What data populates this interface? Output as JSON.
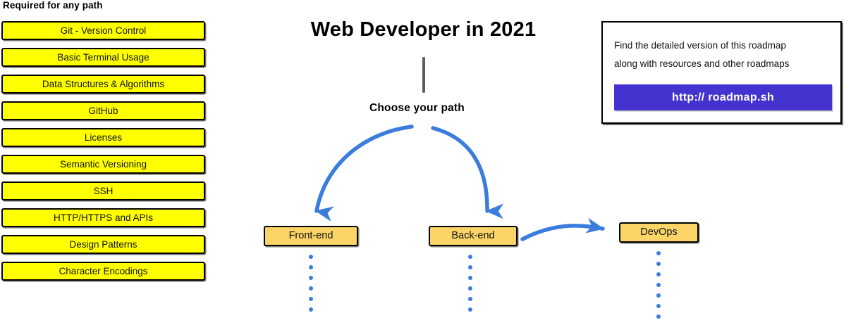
{
  "page": {
    "title": "Web Developer in 2021",
    "background_color": "#ffffff"
  },
  "colors": {
    "required_box_fill": "#ffff00",
    "required_box_border": "#000000",
    "path_node_fill": "#fbd468",
    "path_node_border": "#000000",
    "arrow_blue": "#3b7ddd",
    "stem_gray": "#5c5c5c",
    "callout_button_fill": "#4433cf",
    "callout_button_text": "#ffffff"
  },
  "required_section": {
    "heading": "Required for any path",
    "items": [
      {
        "label": "Git - Version Control"
      },
      {
        "label": "Basic Terminal Usage"
      },
      {
        "label": "Data Structures & Algorithms"
      },
      {
        "label": "GitHub"
      },
      {
        "label": "Licenses"
      },
      {
        "label": "Semantic Versioning"
      },
      {
        "label": "SSH"
      },
      {
        "label": "HTTP/HTTPS and APIs"
      },
      {
        "label": "Design Patterns"
      },
      {
        "label": "Character Encodings"
      }
    ]
  },
  "center": {
    "choose_label": "Choose your path",
    "nodes": [
      {
        "id": "frontend",
        "label": "Front-end",
        "dots": 6
      },
      {
        "id": "backend",
        "label": "Back-end",
        "dots": 6
      },
      {
        "id": "devops",
        "label": "DevOps",
        "dots": 7
      }
    ]
  },
  "callout": {
    "line1": "Find the detailed version of this roadmap",
    "line2": "along with resources and other roadmaps",
    "button_label": "http:// roadmap.sh"
  }
}
